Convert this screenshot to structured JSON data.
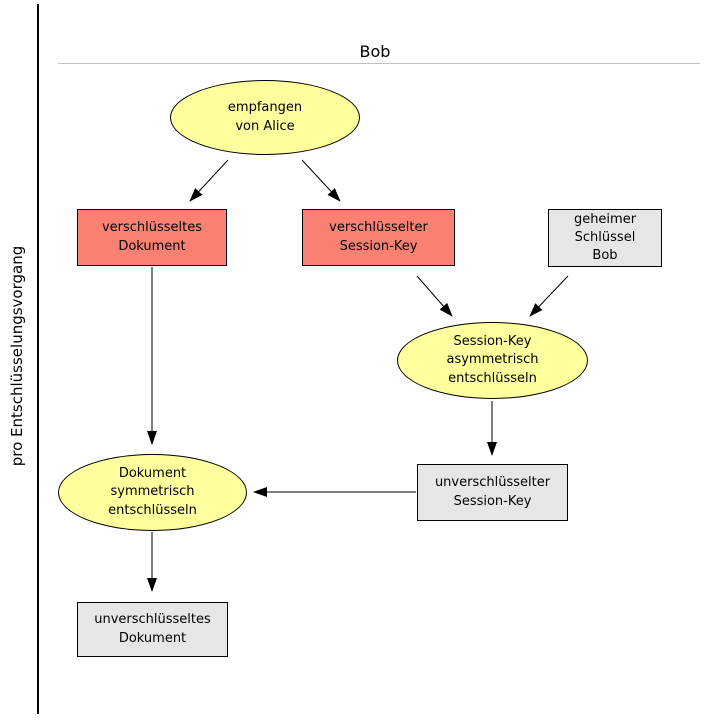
{
  "diagram": {
    "title": "Bob",
    "side_label": "pro Entschlüsselungsvorgang",
    "colors": {
      "process_fill": "#ffff9e",
      "encrypted_fill": "#fa8072",
      "plain_fill": "#e6e6e6",
      "border": "#000000",
      "title_rule": "#c0c0c0",
      "arrow": "#000000"
    },
    "nodes": {
      "empfangen_von_alice": {
        "label": "empfangen\nvon Alice",
        "shape": "ellipse"
      },
      "verschluesseltes_dokument": {
        "label": "verschlüsseltes\nDokument",
        "shape": "rect-red"
      },
      "verschluesselter_session_key": {
        "label": "verschlüsselter\nSession-Key",
        "shape": "rect-red"
      },
      "geheimer_schluessel_bob": {
        "label": "geheimer\nSchlüssel\nBob",
        "shape": "rect-gray"
      },
      "session_key_entschluesseln": {
        "label": "Session-Key\nasymmetrisch\nentschlüsseln",
        "shape": "ellipse"
      },
      "unverschluesselter_session_key": {
        "label": "unverschlüsselter\nSession-Key",
        "shape": "rect-gray"
      },
      "dokument_entschluesseln": {
        "label": "Dokument\nsymmetrisch\nentschlüsseln",
        "shape": "ellipse"
      },
      "unverschluesseltes_dokument": {
        "label": "unverschlüsseltes\nDokument",
        "shape": "rect-gray"
      }
    },
    "edges": [
      {
        "from": "empfangen_von_alice",
        "to": "verschluesseltes_dokument"
      },
      {
        "from": "empfangen_von_alice",
        "to": "verschluesselter_session_key"
      },
      {
        "from": "verschluesseltes_dokument",
        "to": "dokument_entschluesseln"
      },
      {
        "from": "verschluesselter_session_key",
        "to": "session_key_entschluesseln"
      },
      {
        "from": "geheimer_schluessel_bob",
        "to": "session_key_entschluesseln"
      },
      {
        "from": "session_key_entschluesseln",
        "to": "unverschluesselter_session_key"
      },
      {
        "from": "unverschluesselter_session_key",
        "to": "dokument_entschluesseln"
      },
      {
        "from": "dokument_entschluesseln",
        "to": "unverschluesseltes_dokument"
      }
    ]
  }
}
